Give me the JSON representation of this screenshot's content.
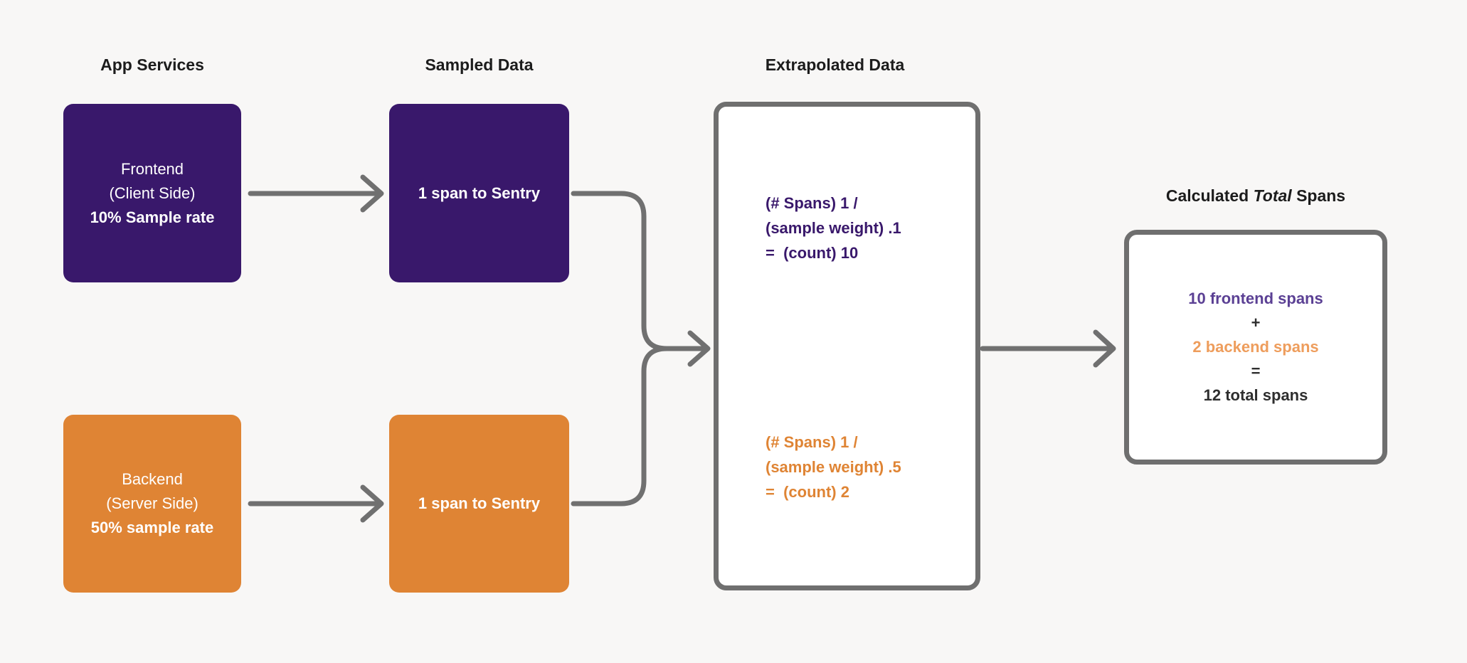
{
  "headers": {
    "app_services": "App Services",
    "sampled_data": "Sampled Data",
    "extrapolated_data": "Extrapolated Data",
    "calculated": {
      "prefix": "Calculated",
      "italic": "Total",
      "suffix": "Spans"
    }
  },
  "colors": {
    "background": "#F8F7F6",
    "purple": "#39186B",
    "orange": "#DF8434",
    "purple_light": "#5B4094",
    "orange_light": "#EE9D5C",
    "connector_gray": "#707070",
    "text_dark": "#1C1C1C"
  },
  "nodes": {
    "frontend": {
      "line1": "Frontend",
      "line2": "(Client Side)",
      "line3": "10% Sample rate"
    },
    "backend": {
      "line1": "Backend",
      "line2": "(Server Side)",
      "line3": "50% sample rate"
    },
    "frontend_sampled": {
      "label": "1 span to Sentry"
    },
    "backend_sampled": {
      "label": "1 span to Sentry"
    },
    "extrapolated": {
      "frontend_calc": {
        "line1": "(# Spans) 1 /",
        "line2": "(sample weight) .1",
        "line3": "=  (count) 10"
      },
      "backend_calc": {
        "line1": "(# Spans) 1 /",
        "line2": "(sample weight) .5",
        "line3": "=  (count) 2"
      }
    },
    "total": {
      "line1": "10 frontend spans",
      "line2": "+",
      "line3": "2 backend spans",
      "line4": "=",
      "line5": "12 total spans"
    }
  }
}
